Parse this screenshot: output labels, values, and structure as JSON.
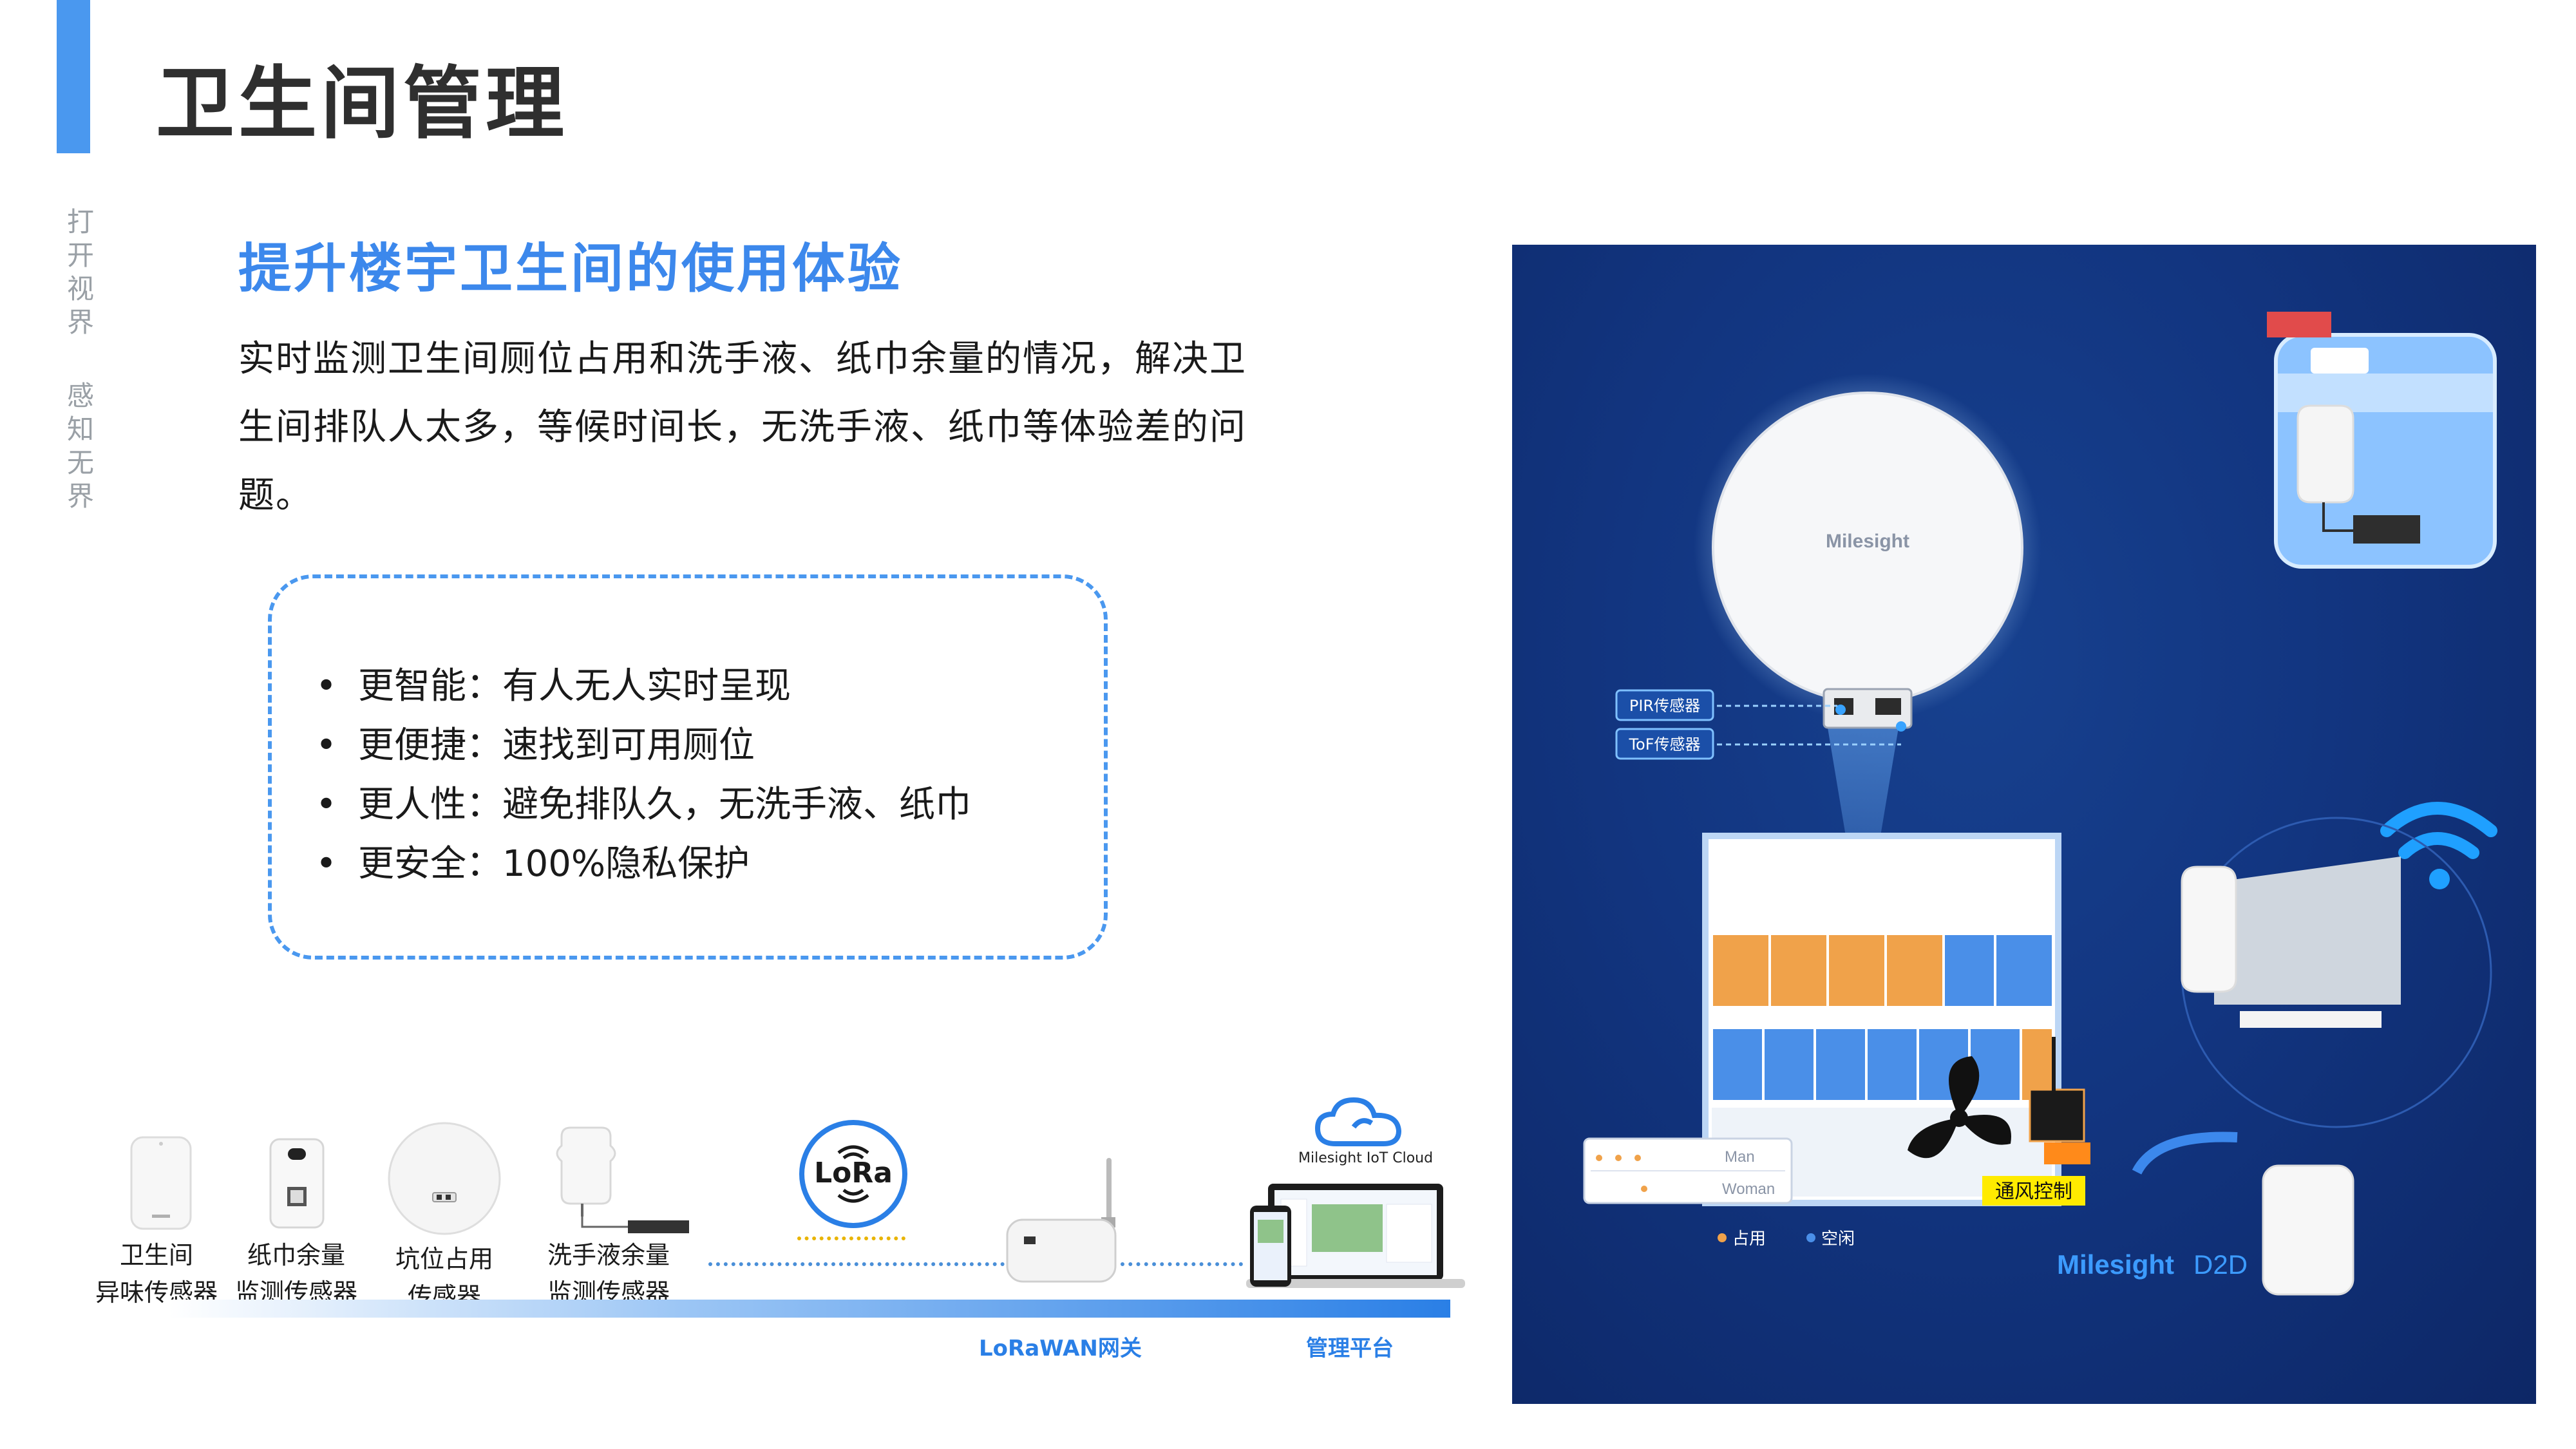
{
  "header": {
    "title": "卫生间管理",
    "side_slogan": [
      "打开视界",
      "感知无界"
    ]
  },
  "content": {
    "subtitle": "提升楼宇卫生间的使用体验",
    "description_lines": [
      "实时监测卫生间厕位占用和洗手液、纸巾余量的情况，解决卫",
      "生间排队人太多，等候时间长，无洗手液、纸巾等体验差的问",
      "题。"
    ],
    "features": [
      "更智能：有人无人实时呈现",
      "更便捷：速找到可用厕位",
      "更人性：避免排队久，无洗手液、纸巾",
      "更安全：100%隐私保护"
    ]
  },
  "devices": [
    {
      "line1": "卫生间",
      "line2": "异味传感器"
    },
    {
      "line1": "纸巾余量",
      "line2": "监测传感器"
    },
    {
      "line1": "坑位占用",
      "line2": "传感器"
    },
    {
      "line1": "洗手液余量",
      "line2": "监测传感器"
    }
  ],
  "network": {
    "lora_logo": "LoRa",
    "gateway_label": "LoRaWAN网关",
    "cloud_label": "Milesight IoT Cloud",
    "platform_label": "管理平台"
  },
  "scene": {
    "brand": "Milesight",
    "sensor_tags": [
      "PIR传感器",
      "ToF传感器"
    ],
    "legend_gender": [
      "Man",
      "Woman"
    ],
    "legend_status": [
      "占用",
      "空闲"
    ],
    "ventilation_label": "通风控制",
    "brand_footer": "Milesight",
    "brand_footer_suffix": "D2D",
    "colors": {
      "occupied": "#f0a24a",
      "vacant": "#4a8fe8",
      "background": "#123580",
      "accent": "#3c88ec"
    }
  }
}
